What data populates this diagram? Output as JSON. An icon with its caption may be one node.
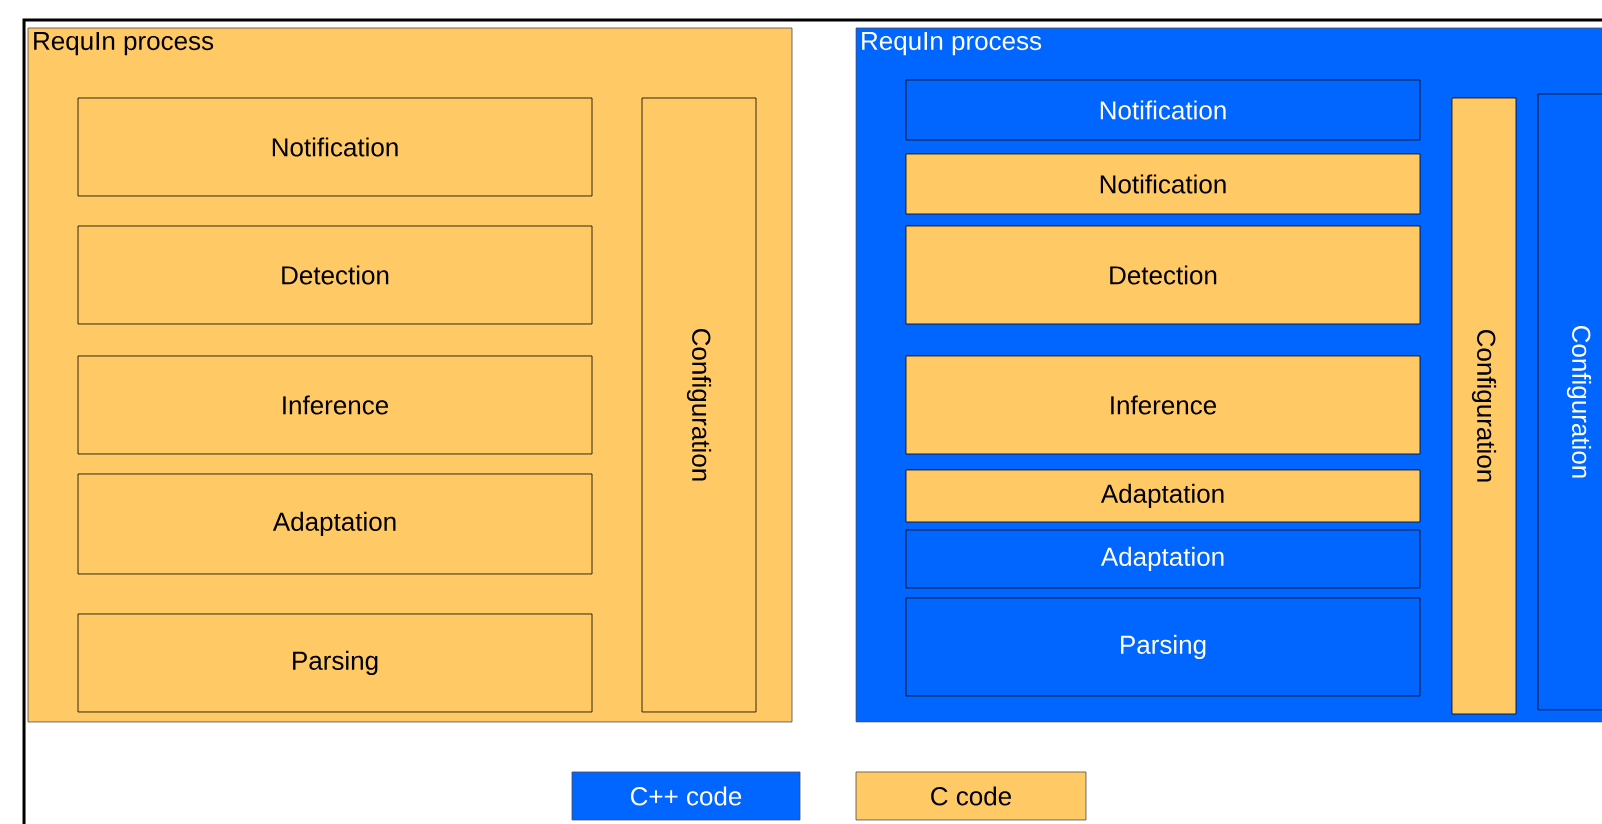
{
  "diagram": {
    "nodes": [
      {
        "text": [
          "RequIn process"
        ]
      },
      {
        "text": [
          "Notification"
        ],
        "in": 0
      },
      {
        "text": [
          "Detection"
        ],
        "in": 0
      },
      {
        "text": [
          "Inference"
        ],
        "in": 0
      },
      {
        "text": [
          "Adaptation"
        ],
        "in": 0
      },
      {
        "text": [
          "Parsing"
        ],
        "in": 0
      },
      {
        "text": [
          "Configuration"
        ],
        "in": 0
      },
      {
        "text": [
          "RequIn process"
        ]
      },
      {
        "text": [
          "Notification"
        ],
        "in": 7
      },
      {
        "text": [
          "Notification"
        ],
        "in": 7
      },
      {
        "text": [
          "Detection"
        ],
        "in": 7
      },
      {
        "text": [
          "Inference"
        ],
        "in": 7
      },
      {
        "text": [
          "Adaptation"
        ],
        "in": 7
      },
      {
        "text": [
          "Adaptation"
        ],
        "in": 7
      },
      {
        "text": [
          "Parsing"
        ],
        "in": 7
      },
      {
        "text": [
          "Configuration"
        ],
        "in": 7
      },
      {
        "text": [
          "Configuration"
        ],
        "in": 7
      }
    ],
    "legend": [
      {
        "text": "C++ code",
        "color": "#0066ff"
      },
      {
        "text": "C code",
        "color": "#ffc966"
      }
    ]
  }
}
